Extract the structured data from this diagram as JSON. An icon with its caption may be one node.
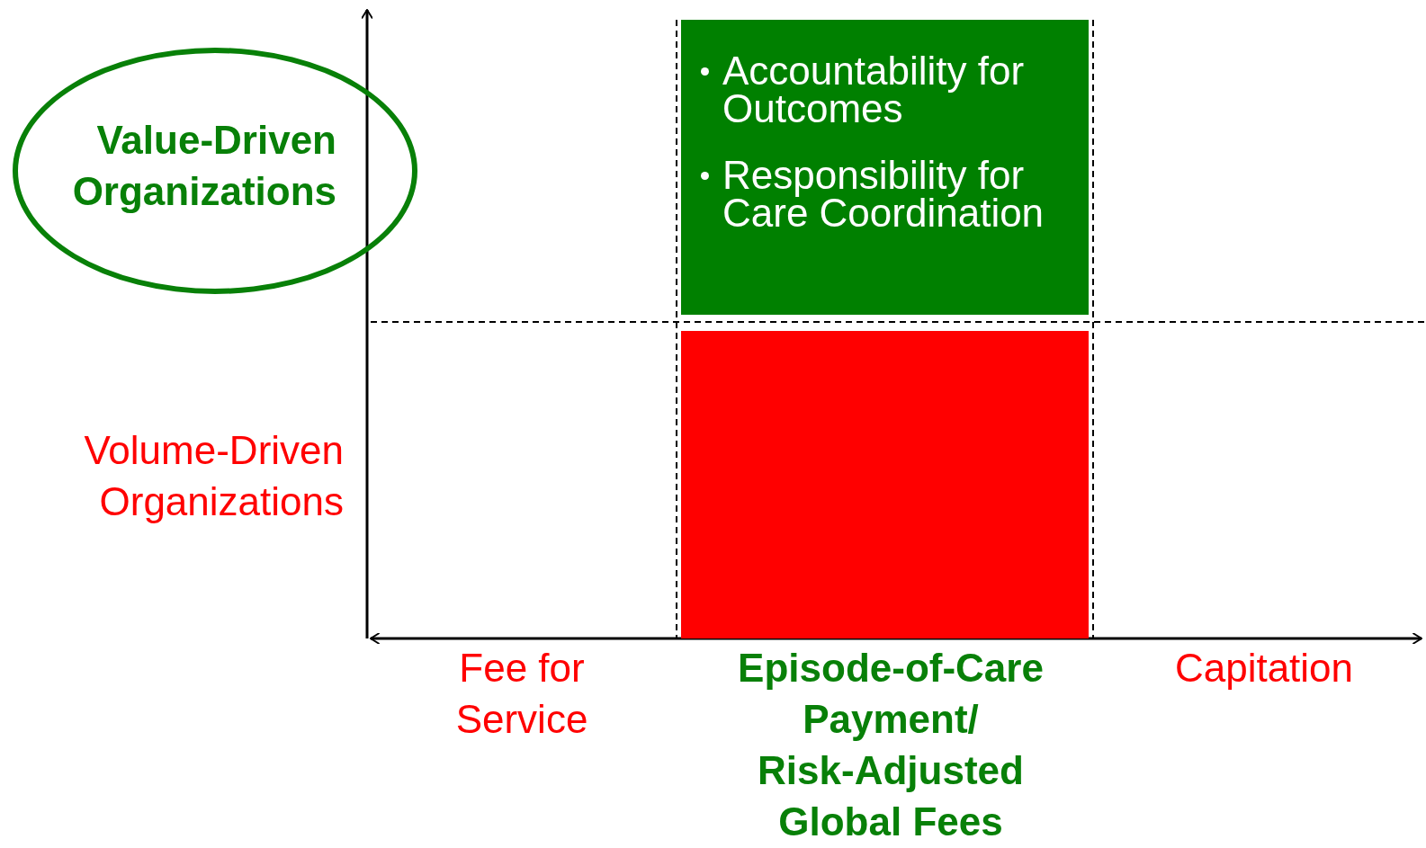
{
  "diagram": {
    "nodes": [
      {
        "text": [
          "Value-Driven Organizations"
        ]
      },
      {
        "text": [
          "Accountability for Outcomes",
          "Responsibility for Care Coordination"
        ]
      },
      {
        "text": [],
        "shape": "box"
      }
    ],
    "labels": [
      "Volume-Driven Organizations",
      "Fee for Service",
      "Episode-of-Care Payment/ Risk-Adjusted Global Fees",
      "Capitation"
    ]
  }
}
